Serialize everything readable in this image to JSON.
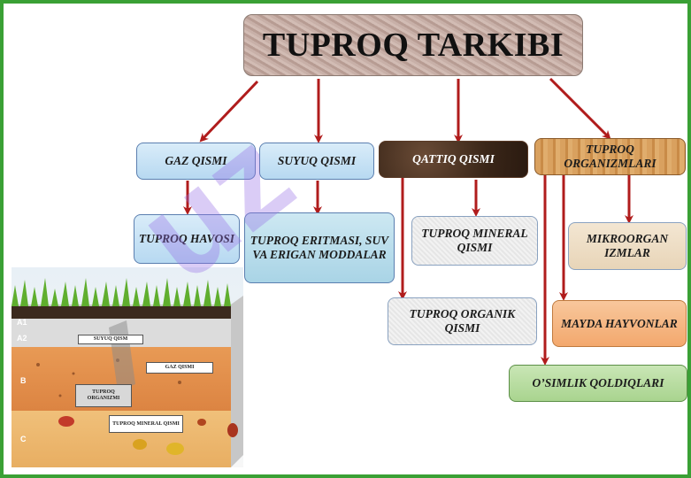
{
  "title": "TUPROQ TARKIBI",
  "level1": {
    "gaz": "GAZ QISMI",
    "suyuq": "SUYUQ QISMI",
    "qattiq": "QATTIQ QISMI",
    "organizm": "TUPROQ ORGANIZMLARI"
  },
  "level2": {
    "havosi": "TUPROQ HAVOSI",
    "eritma": "TUPROQ ERITMASI, SUV VA ERIGAN MODDALAR",
    "mineral": "TUPROQ MINERAL QISMI",
    "organik": "TUPROQ ORGANIK QISMI",
    "mikro": "MIKROORGAN IZMLAR",
    "hayvon": "MAYDA HAYVONLAR",
    "qoldiq": "O’SIMLIK QOLDIQLARI"
  },
  "soil_image": {
    "horizons": [
      "A1",
      "A2",
      "B",
      "C"
    ],
    "labels": {
      "suyuq": "SUYUQ QISM",
      "gaz": "GAZ QISMI",
      "organizm": "TUPROQ ORGANIZMI",
      "mineral": "TUPROQ MINERAL QISMI"
    }
  },
  "watermark": "uz",
  "colors": {
    "arrow": "#b01c1c",
    "frame": "#3aa035",
    "watermark": "#9a72e6"
  }
}
